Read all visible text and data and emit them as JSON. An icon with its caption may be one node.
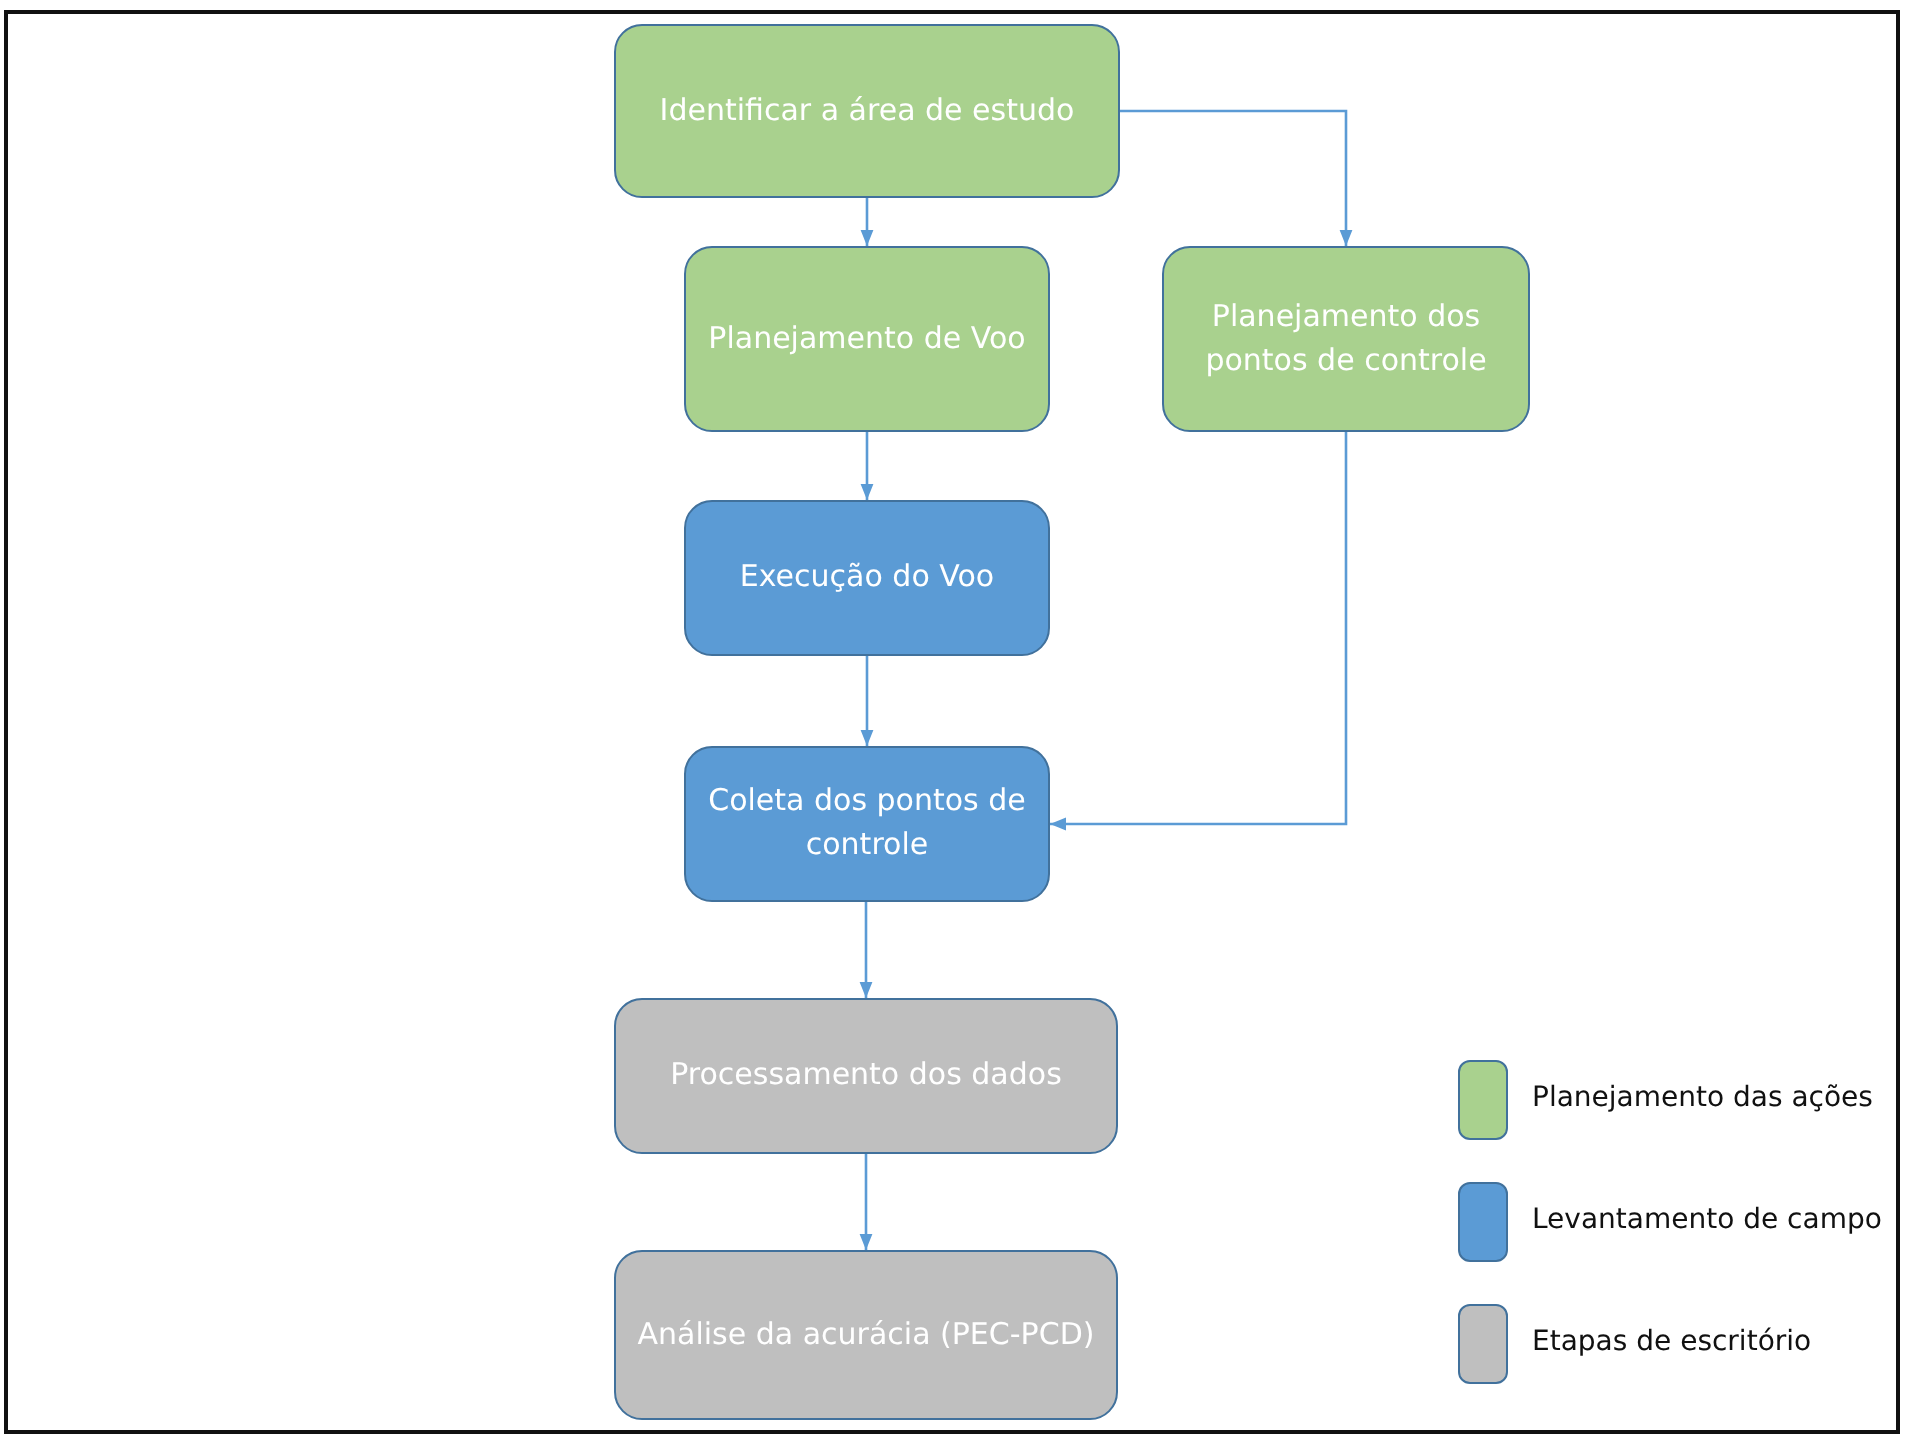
{
  "diagram": {
    "nodes": [
      {
        "text": [
          "Identificar a área de estudo"
        ]
      },
      {
        "text": [
          "Planejamento de Voo"
        ]
      },
      {
        "text": [
          "Planejamento dos pontos de controle"
        ]
      },
      {
        "text": [
          "Execução do Voo"
        ]
      },
      {
        "text": [
          "Coleta dos pontos de controle"
        ]
      },
      {
        "text": [
          "Processamento dos dados"
        ]
      },
      {
        "text": [
          "Análise da acurácia (PEC-PCD)"
        ]
      }
    ],
    "edges": [
      {
        "from": 0,
        "to": 1,
        "arrow": "to"
      },
      {
        "from": 0,
        "to": 2,
        "arrow": "to"
      },
      {
        "from": 1,
        "to": 3,
        "arrow": "to"
      },
      {
        "from": 3,
        "to": 4,
        "arrow": "to"
      },
      {
        "from": 2,
        "to": 4,
        "arrow": "to"
      },
      {
        "from": 4,
        "to": 5,
        "arrow": "to"
      },
      {
        "from": 5,
        "to": 6,
        "arrow": "to"
      }
    ],
    "legend": [
      {
        "text": "Planejamento das ações",
        "color": "#a9d18e"
      },
      {
        "text": "Levantamento de campo",
        "color": "#5b9bd5"
      },
      {
        "text": "Etapas de escritório",
        "color": "#bfbfbf"
      }
    ]
  }
}
